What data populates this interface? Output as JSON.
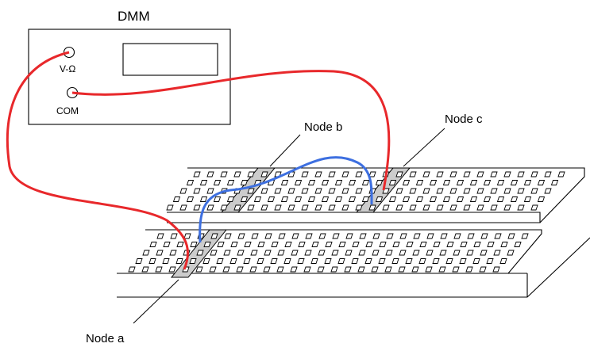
{
  "meter": {
    "title": "DMM",
    "port_voltage_label": "V-Ω",
    "port_common_label": "COM"
  },
  "nodes": {
    "a_label": "Node a",
    "b_label": "Node b",
    "c_label": "Node c"
  },
  "colors": {
    "probe_wire": "#e8282b",
    "jumper_wire": "#3d6fe0",
    "strip_fill": "#cccccc",
    "outline": "#000000"
  }
}
